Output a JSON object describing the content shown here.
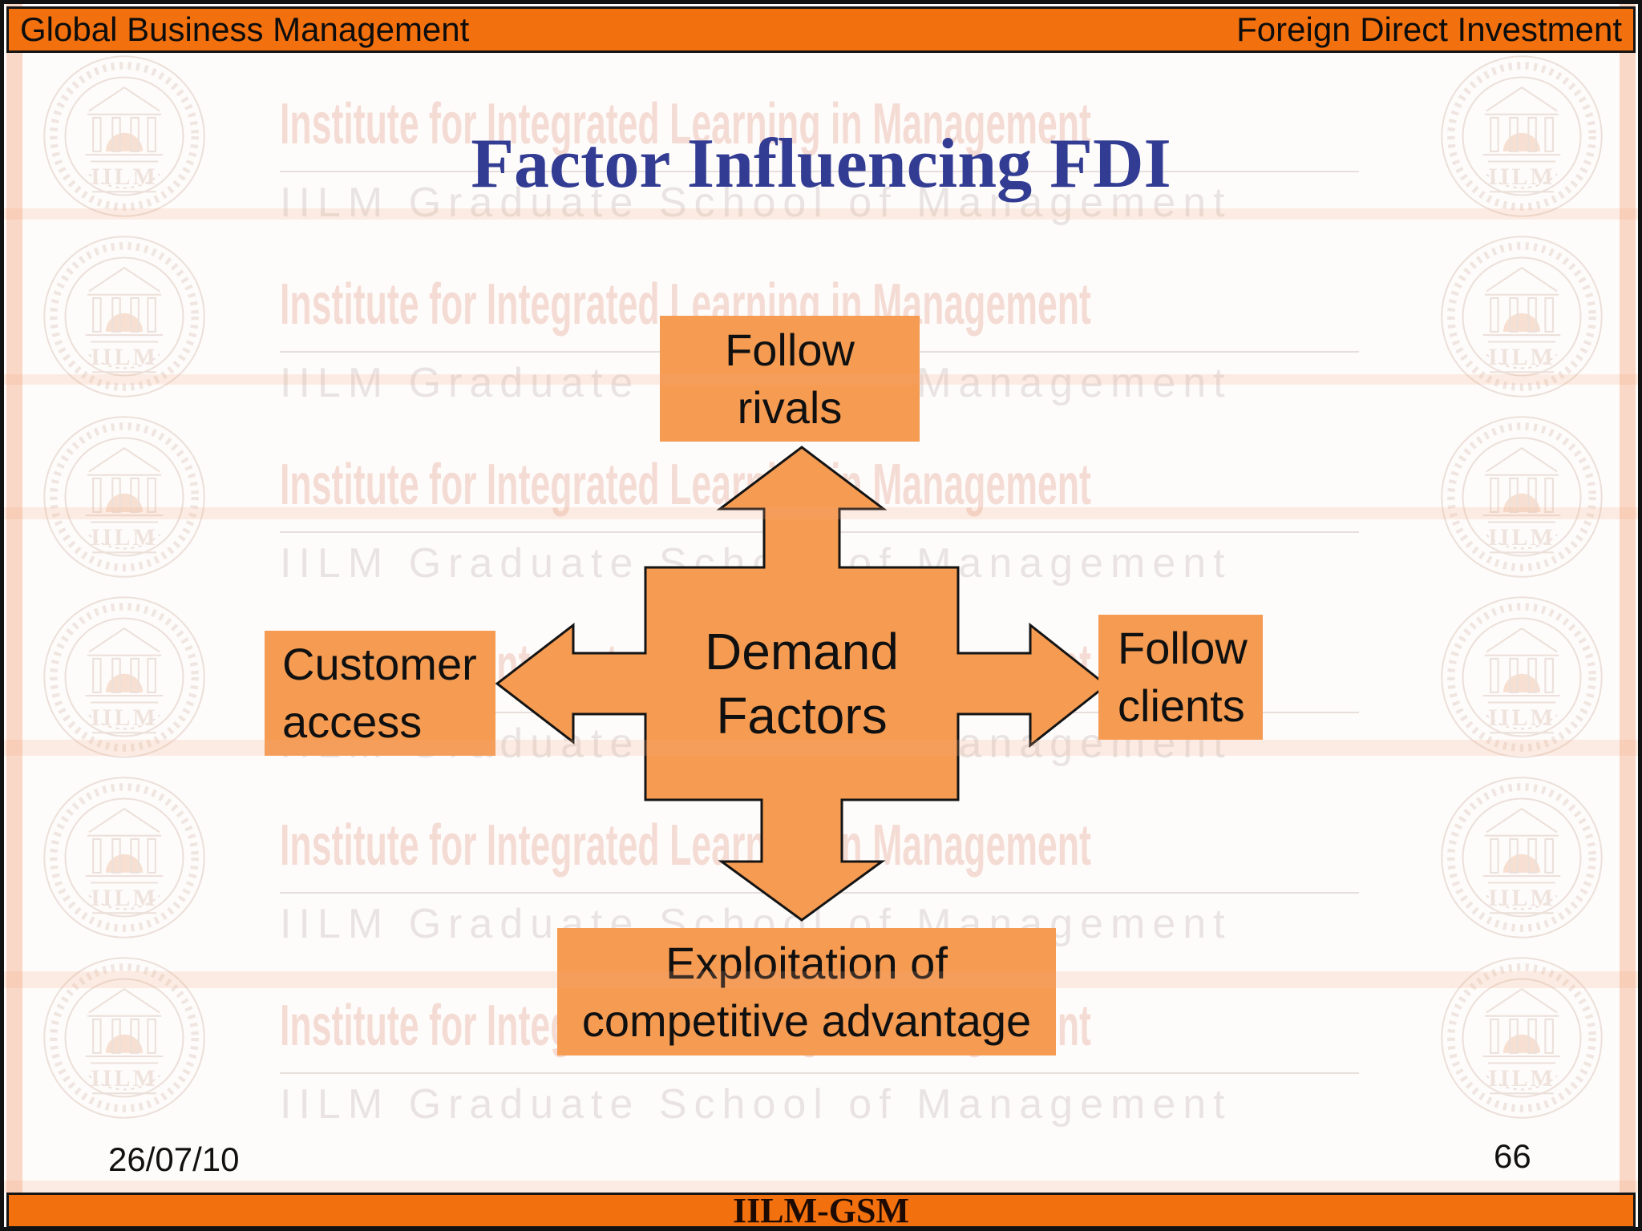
{
  "header": {
    "left": "Global Business Management",
    "right": "Foreign Direct Investment"
  },
  "title": "Factor Influencing FDI",
  "diagram": {
    "center": {
      "line1": "Demand",
      "line2": "Factors"
    },
    "top_box": {
      "line1": "Follow",
      "line2": "rivals"
    },
    "left_box": {
      "line1": "Customer",
      "line2": "access"
    },
    "right_box": {
      "line1": "Follow",
      "line2": "clients"
    },
    "bottom_box": {
      "line1": "Exploitation of",
      "line2": "competitive advantage"
    }
  },
  "footer": {
    "date": "26/07/10",
    "page_number": "66",
    "banner": "IILM-GSM"
  },
  "watermark": {
    "line1": "Institute for Integrated Learning in Management",
    "line2": "IILM Graduate School of Management",
    "seal_text": "IILM"
  },
  "colors": {
    "bar_orange": "#F2700E",
    "shape_orange": "#F59B52",
    "title_blue": "#333C93"
  }
}
